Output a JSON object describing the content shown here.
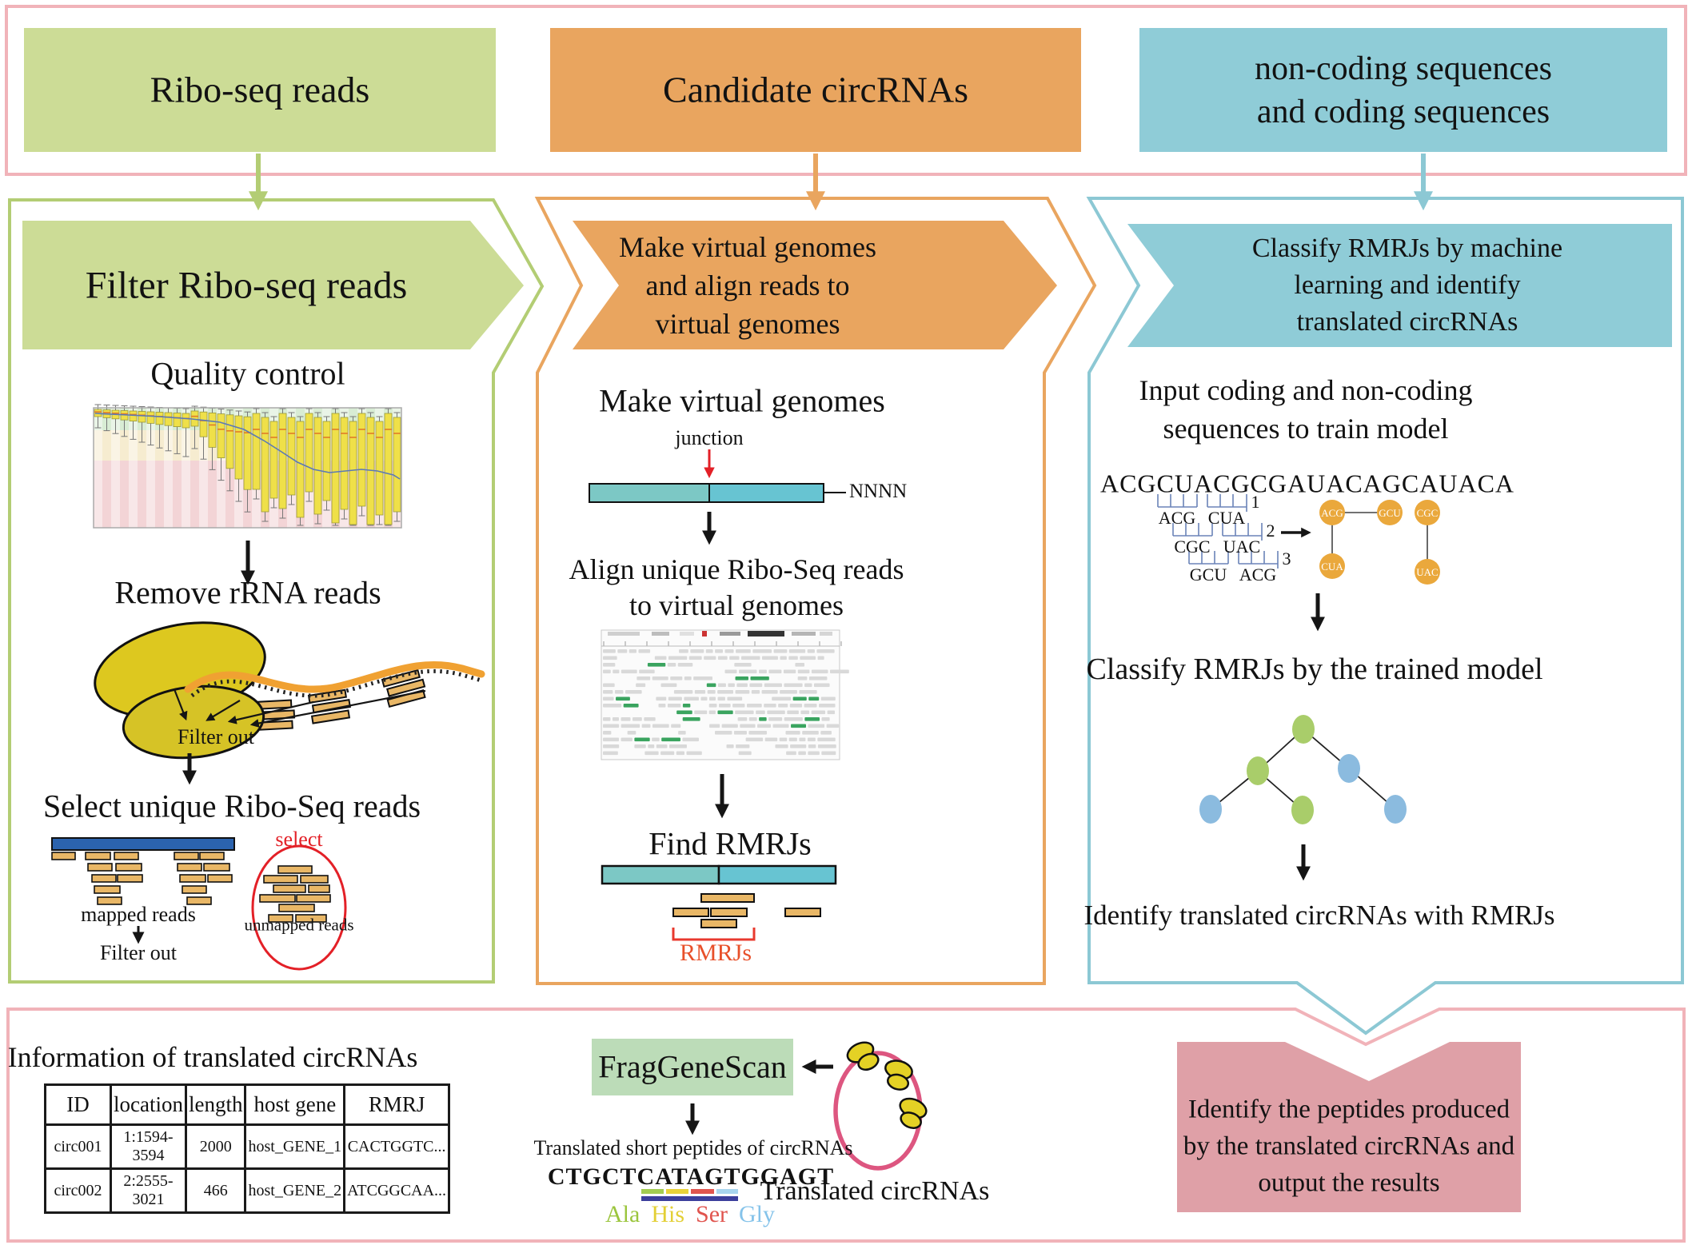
{
  "colors": {
    "green_fill": "#ccdc96",
    "green_border": "#b3cd74",
    "orange": "#e9a55f",
    "teal_fill": "#8fccd7",
    "teal_border": "#8cc8d4",
    "pink_border": "#f1b3b9",
    "pink_fill": "#dfa0a7",
    "frag_green": "#bcdcb8",
    "blue_bar": "#2b63ae",
    "read_fill": "#e9b766",
    "genome_left": "#7cc8c5",
    "genome_right": "#67c4d2",
    "red": "#e32027",
    "rmrj_text": "#e8502a",
    "node_orange": "#eaa83c",
    "tree_green": "#a9cd6a",
    "tree_blue": "#8bbbdf",
    "ribosome_yellow": "#ddc81f",
    "mrna_orange": "#f0a132",
    "aa_colors": [
      "#9bc53d",
      "#e3cf35",
      "#e0544e",
      "#85c3ea"
    ],
    "peptide_bar_colors": [
      "#a3cc52",
      "#e8d23a",
      "#e0554f",
      "#a8d5ee"
    ],
    "peptide_base_bar": "#3c3f9c"
  },
  "top": {
    "ribo": "Ribo-seq reads",
    "candidate": "Candidate circRNAs",
    "noncoding_l1": "non-coding sequences",
    "noncoding_l2": "and coding sequences"
  },
  "left": {
    "header": "Filter Ribo-seq  reads",
    "qc_title": "Quality control",
    "remove_title": "Remove rRNA reads",
    "filter_out": "Filter out",
    "select_title": "Select unique Ribo-Seq reads",
    "mapped": "mapped reads",
    "mapped_filter_out": "Filter out",
    "select_label": "select",
    "unmapped": "unmapped reads"
  },
  "middle": {
    "header_l1": "Make virtual genomes",
    "header_l2": "and align reads to",
    "header_l3": "virtual genomes",
    "mv_title": "Make virtual genomes",
    "junction": "junction",
    "nnnn": "NNNN",
    "align_l1": "Align unique Ribo-Seq reads",
    "align_l2": "to virtual genomes",
    "find": "Find RMRJs",
    "rmrjs": "RMRJs"
  },
  "right": {
    "header_l1": "Classify RMRJs by machine",
    "header_l2": "learning and identify",
    "header_l3": "translated circRNAs",
    "input_l1": "Input coding and non-coding",
    "input_l2": "sequences to train model",
    "sequence": "ACGCUACGCGAUACAGCAUACA",
    "kmers": [
      {
        "a": "ACG",
        "b": "CUA",
        "n": "1"
      },
      {
        "a": "CGC",
        "b": "UAC",
        "n": "2"
      },
      {
        "a": "GCU",
        "b": "ACG",
        "n": "3"
      }
    ],
    "nodes": {
      "acg": "ACG",
      "gcu": "GCU",
      "cgc": "CGC",
      "cua": "CUA",
      "uac": "UAC"
    },
    "classify": "Classify RMRJs by the trained model",
    "identify": "Identify translated circRNAs with RMRJs"
  },
  "bottom": {
    "info_title": "Information of translated circRNAs",
    "table": {
      "headers": [
        "ID",
        "location",
        "length",
        "host gene",
        "RMRJ"
      ],
      "rows": [
        [
          "circ001",
          "1:1594-3594",
          "2000",
          "host_GENE_1",
          "CACTGGTC..."
        ],
        [
          "circ002",
          "2:2555-3021",
          "466",
          "host_GENE_2",
          "ATCGGCAA..."
        ]
      ]
    },
    "frag": "FragGeneScan",
    "peptides_title": "Translated short peptides of circRNAs",
    "dna": "CTGCTCATAGTGGAGT",
    "aa": [
      "Ala",
      "His",
      "Ser",
      "Gly"
    ],
    "translated_circ": "Translated  circRNAs",
    "box_l1": "Identify the peptides produced",
    "box_l2": "by the translated circRNAs and",
    "box_l3": "output the results"
  }
}
